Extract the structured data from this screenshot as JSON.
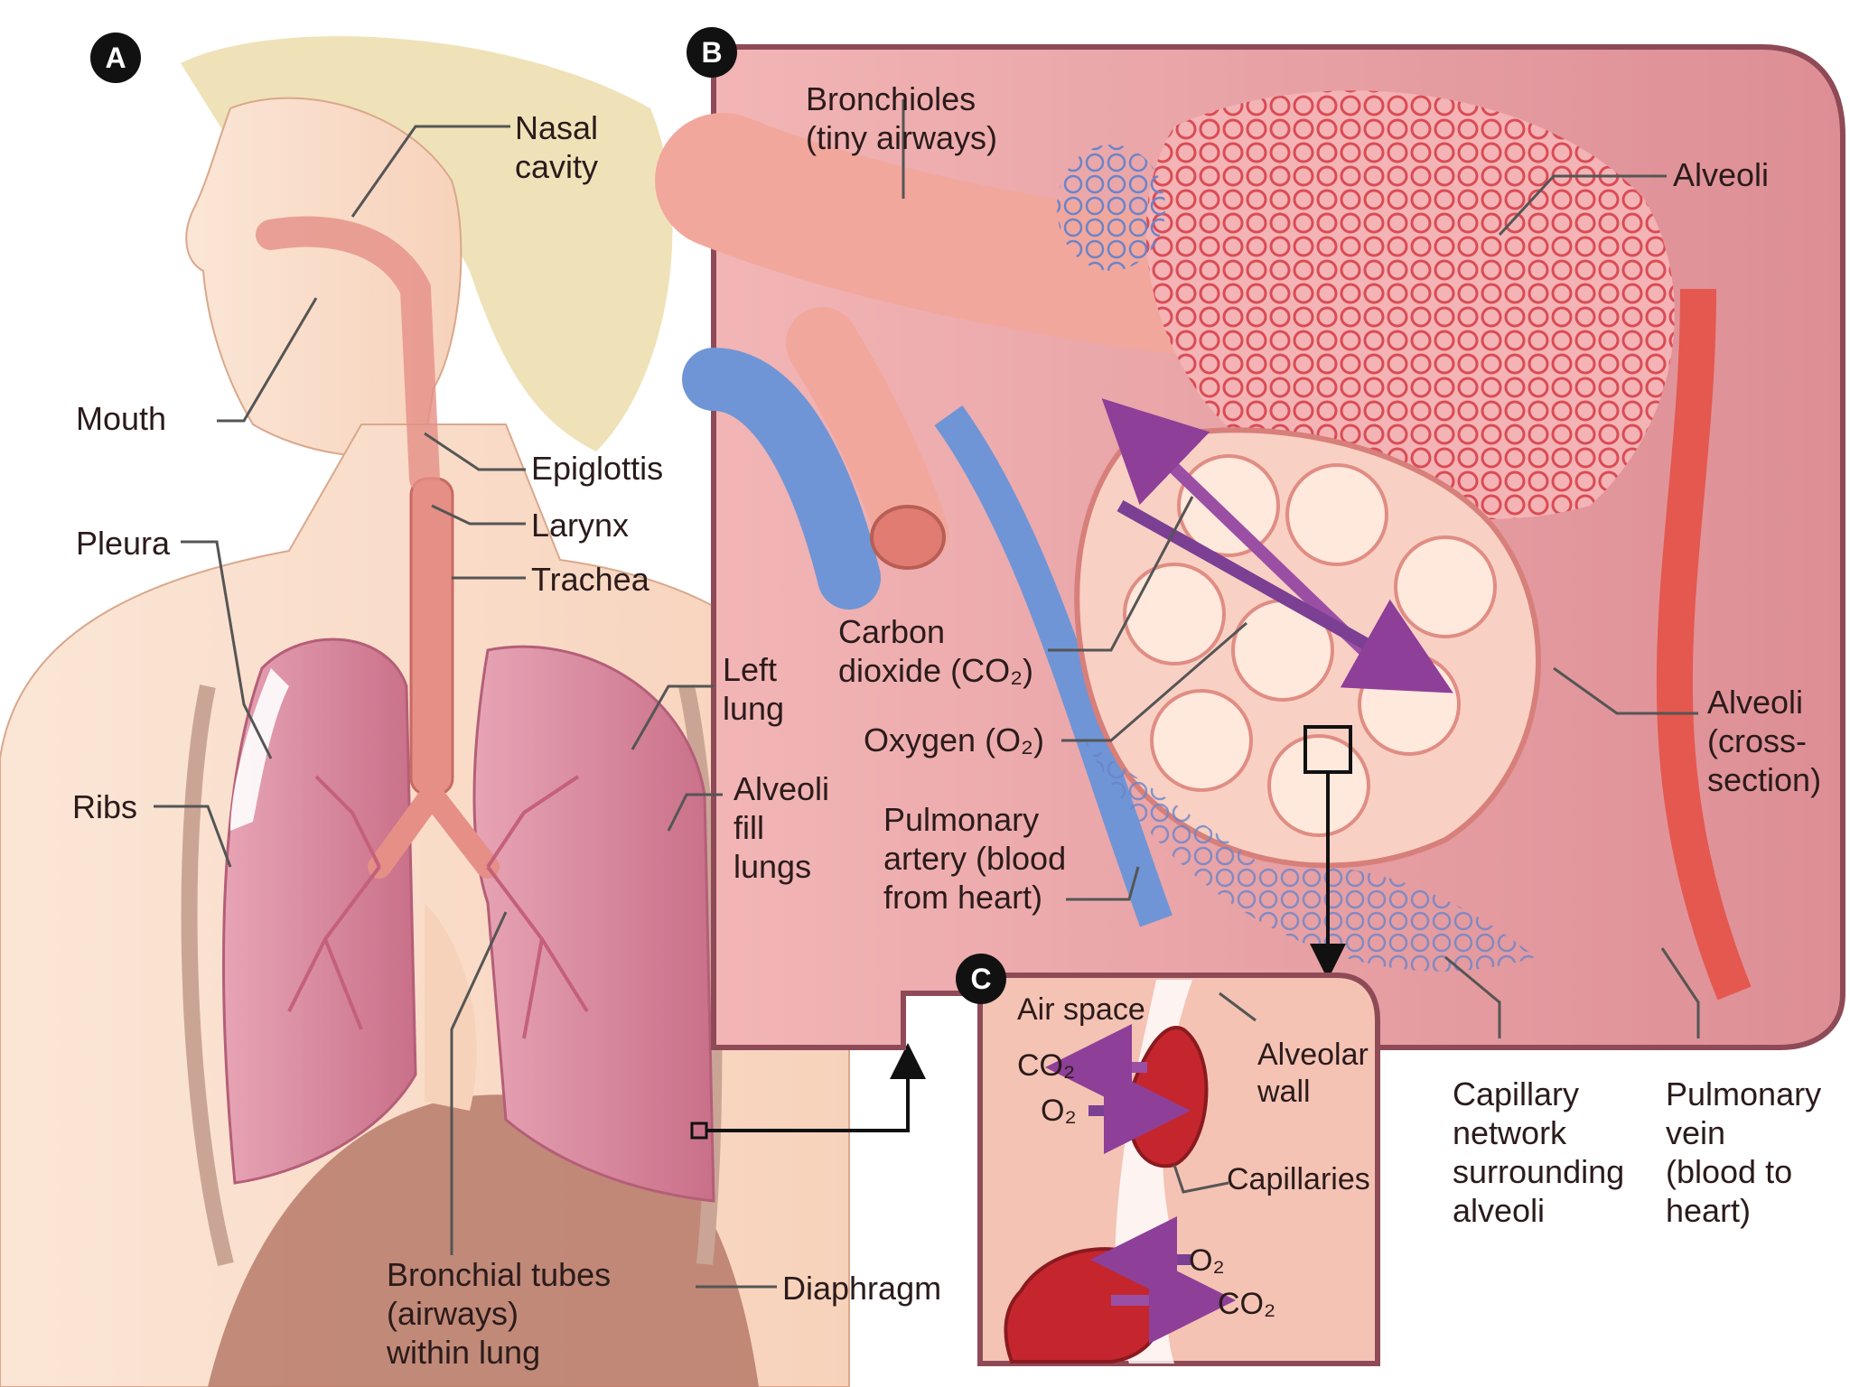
{
  "panels": {
    "a": {
      "badge": "A"
    },
    "b": {
      "badge": "B"
    },
    "c": {
      "badge": "C"
    }
  },
  "labels": {
    "nasal_cavity": "Nasal\ncavity",
    "mouth": "Mouth",
    "epiglottis": "Epiglottis",
    "larynx": "Larynx",
    "trachea": "Trachea",
    "pleura": "Pleura",
    "ribs": "Ribs",
    "left_lung": "Left\nlung",
    "alveoli_fill": "Alveoli\nfill\nlungs",
    "bronchial_tubes": "Bronchial tubes\n(airways)\nwithin lung",
    "diaphragm": "Diaphragm",
    "bronchioles": "Bronchioles\n(tiny airways)",
    "alveoli": "Alveoli",
    "carbon_dioxide": "Carbon\ndioxide (CO₂)",
    "oxygen": "Oxygen (O₂)",
    "alveoli_cross": "Alveoli\n(cross-\nsection)",
    "pulmonary_artery": "Pulmonary\nartery (blood\nfrom heart)",
    "capillary_network": "Capillary\nnetwork\nsurrounding\nalveoli",
    "pulmonary_vein": "Pulmonary\nvein\n(blood to\nheart)",
    "air_space": "Air space",
    "alveolar_wall": "Alveolar\nwall",
    "capillaries": "Capillaries",
    "co2_top": "CO₂",
    "o2_top": "O₂",
    "o2_bottom": "O₂",
    "co2_bottom": "CO₂"
  },
  "colors": {
    "skin": "#f9ddc8",
    "hair": "#efe2b8",
    "lung": "#d98aa0",
    "tissue": "#e6a0a6",
    "artery": "#6f95d6",
    "vein": "#e4584f",
    "gas_arrow": "#9b4fa4"
  }
}
